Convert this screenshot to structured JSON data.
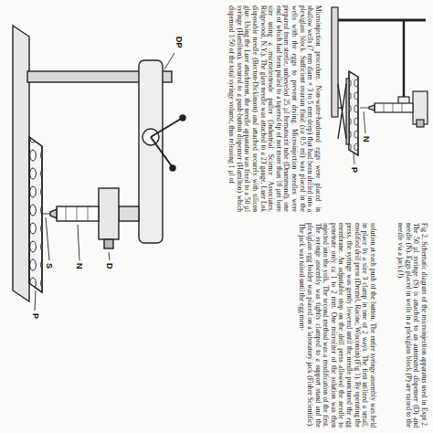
{
  "diagram": {
    "caption": "Fig 2. Schematic diagram of the microinjection apparatus used in Expt 2. The 50 µl syringe (S) is attached to an automated dispenser (D) and needle (N). Eggs placed in wells in a plexiglass block (P) are raised to the needle via a jack (J).",
    "labels": [
      "Microinjection procedure. Non-water-hardened eggs were placed in shallow wells (7 mm diam × 3 to 5 mm deep) that had been drilled into a plexiglass block. Sufficient ovarian fluid (ca 0.5 ml) was placed in the wells with the eggs to prevent drying. Microinjection needles were prepared from sterile, unbeveled 25 µl hematocrit tube (Drummond), one end of which had been pulled to a tapered tip of not more than 10 µm bore size using a microelectrode puller (Industrial Science Associates, Ridgewood, N.Y.). The glass needle was attached to a 23 gauge, Luer Lok disposable needle (Becton-Dickinson) and attached securely with silicon glue. Using the Luer attachment, the needle apparatus was fixed to a 50 µl syringe (Hamilton), secured to a push-button dispenser (Hamilton) which dispensed 1/50 of the total syringe volume, thus releasing 1 µl of",
      "solution at each push of the button. The entire syringe assembly was held in place by a size 3 clamp in one of 2 ways. The first utilized a small, modified drill press (Dremel, Racine, Wisconsin) (Fig 1). By operating the press, the syringe was gently lowered until the needle punctured the egg membrane. An adjustable stop on the drill press allowed the needle to penetrate only ca 1 to 2 mm. One microliter of the solution was then injected into the yolk. The second method was a modification of the first. The syringe assembly was tightly clamped to a support stand and the plexiglass egg holder was placed on a laboratory jack (Fisher Scientific). The jack was raised until the egg mem-",
      "N",
      "D",
      "S",
      "P",
      "DP",
      "N",
      "P"
    ]
  }
}
